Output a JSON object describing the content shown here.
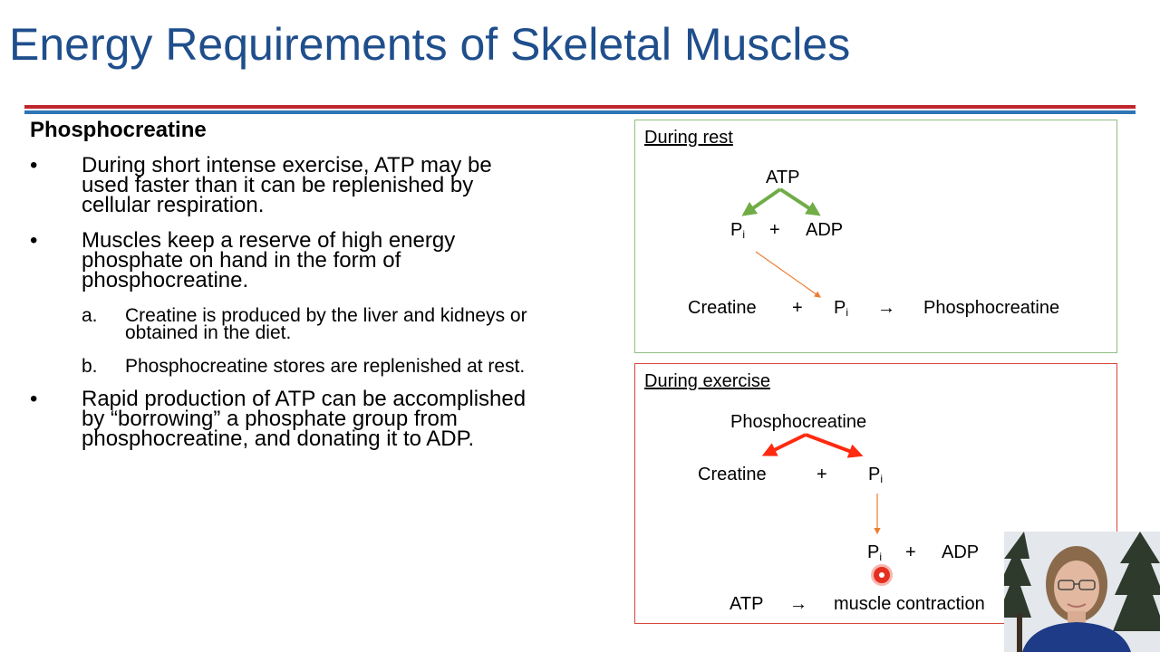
{
  "slide": {
    "title": "Energy Requirements of Skeletal Muscles",
    "heading": "Phosphocreatine",
    "bullet_symbol": "•",
    "bullets": [
      {
        "lines": [
          "During short intense exercise, ATP may be",
          "used faster than it can be replenished by",
          "cellular respiration."
        ]
      },
      {
        "lines": [
          "Muscles keep a reserve of high energy",
          "phosphate on hand in the form of",
          "phosphocreatine."
        ]
      },
      {
        "lines": [
          "Rapid production of ATP can be accomplished",
          "by “borrowing” a phosphate group from",
          "phosphocreatine, and donating it to ADP."
        ]
      }
    ],
    "subitems": [
      {
        "label": "a.",
        "lines": [
          "Creatine is produced by the liver and kidneys or",
          "obtained in the diet."
        ]
      },
      {
        "label": "b.",
        "lines": [
          "Phosphocreatine stores are replenished at rest."
        ]
      }
    ]
  },
  "rest_box": {
    "label": "During rest",
    "atp": "ATP",
    "p": "P",
    "sub_i": "i",
    "plus": "+",
    "adp": "ADP",
    "creatine": "Creatine",
    "arrow": "→",
    "phosphocreatine": "Phosphocreatine",
    "split_arrow_color": "#70ad47",
    "transfer_arrow_color": "#ed7d31"
  },
  "exercise_box": {
    "label": "During exercise",
    "phosphocreatine": "Phosphocreatine",
    "creatine": "Creatine",
    "plus": "+",
    "p": "P",
    "sub_i": "i",
    "adp": "ADP",
    "atp": "ATP",
    "arrow": "→",
    "muscle_contraction": "muscle contraction",
    "split_arrow_color": "#ff2a10",
    "transfer_arrow_color": "#ed7d31"
  },
  "colors": {
    "title": "#1f4e8c",
    "rule_red": "#c0272d",
    "rule_blue": "#2e75b6",
    "rest_border": "#8fbf7f",
    "exercise_border": "#d9463a"
  }
}
